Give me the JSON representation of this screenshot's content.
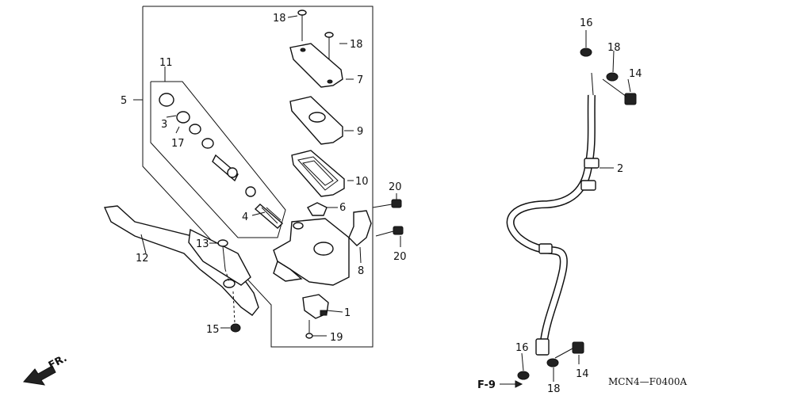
{
  "callouts": {
    "c18a": "18",
    "c18b": "18",
    "c7": "7",
    "c9": "9",
    "c10": "10",
    "c6": "6",
    "c20a": "20",
    "c20b": "20",
    "c8": "8",
    "c1": "1",
    "c19": "19",
    "c11": "11",
    "c5": "5",
    "c3": "3",
    "c17": "17",
    "c4": "4",
    "c12": "12",
    "c13": "13",
    "c15": "15",
    "c16a": "16",
    "c18c": "18",
    "c14a": "14",
    "c2": "2",
    "c16b": "16",
    "c14b": "14",
    "c18d": "18"
  },
  "front_marker": "FR.",
  "page_ref": "F-9",
  "diagram_code": "MCN4—F0400A"
}
